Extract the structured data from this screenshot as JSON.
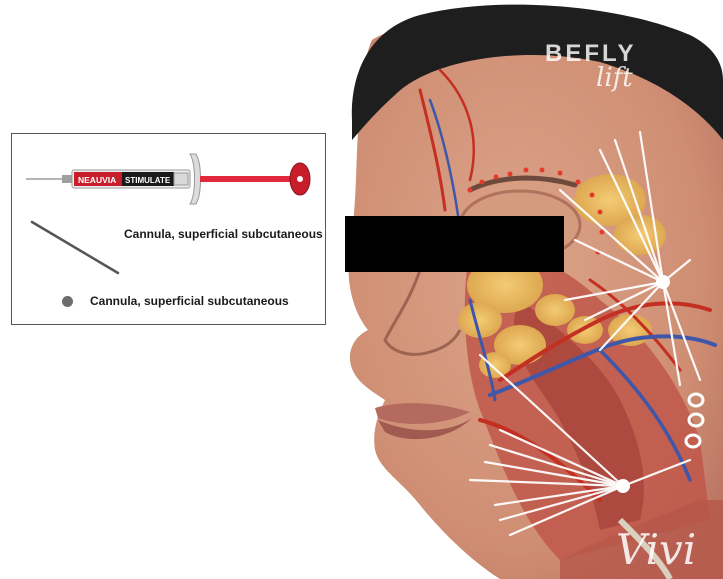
{
  "syringe": {
    "brand_label": "NEAUVIA",
    "product_label": "STIMULATE",
    "color_plunger": "#e02a3c"
  },
  "legend": {
    "row1_label": "Cannula, superficial subcutaneous",
    "row2_label": "Cannula, superficial subcutaneous"
  },
  "watermark": {
    "brand": "BEFLY",
    "sub": "lift",
    "signature": "Vivi"
  },
  "colors": {
    "skin": "#d79a80",
    "muscle": "#c0574a",
    "fat": "#e7b659",
    "artery": "#c42f22",
    "vein": "#3f57a8",
    "cap": "#1e1e1e",
    "injection_lines": "#ffffff"
  }
}
